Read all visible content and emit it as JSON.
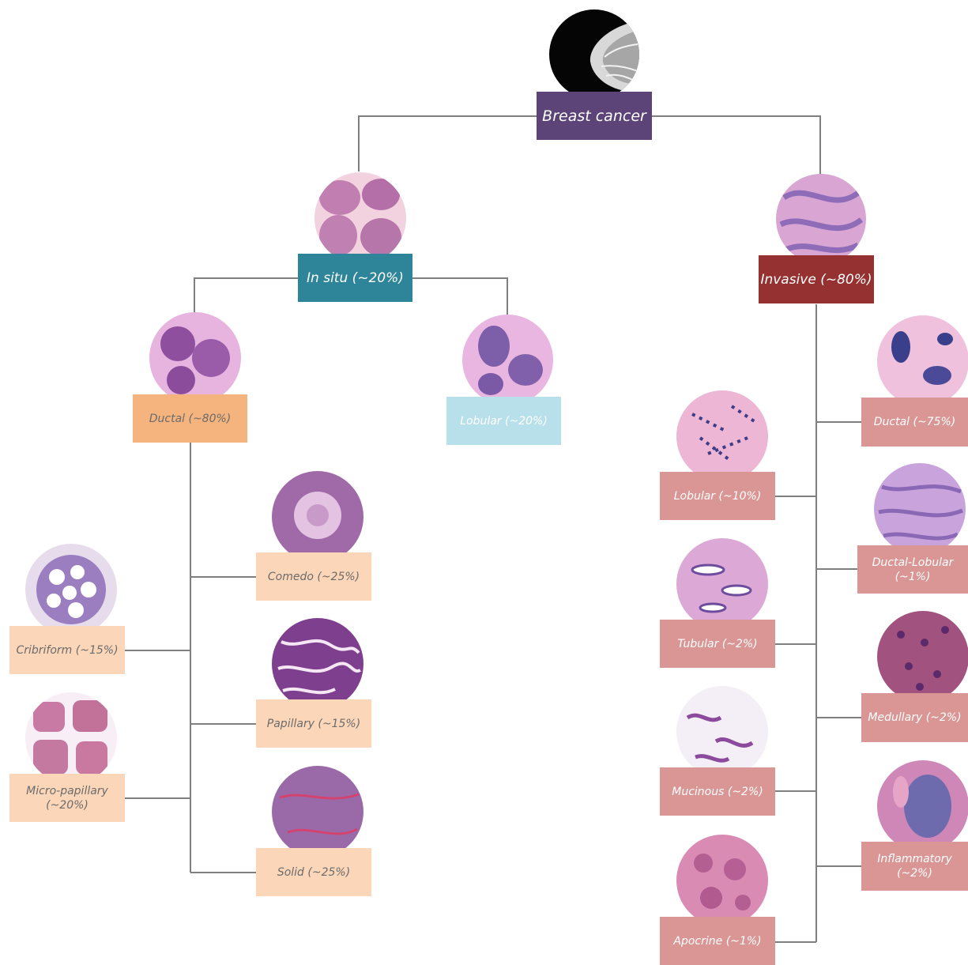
{
  "colors": {
    "root": "#5c4478",
    "in_situ": "#2e8498",
    "invasive": "#963131",
    "ductal_in_situ": "#f5b47d",
    "lobular_in_situ": "#b8e0ea",
    "in_situ_subtype": "#fbd6b9",
    "invasive_subtype": "#d99694",
    "connector": "#7f7f7f"
  },
  "root": {
    "label": "Breast cancer",
    "image": "mammogram"
  },
  "in_situ": {
    "label": "In situ (~20%)",
    "image": "histology-nests",
    "children": [
      {
        "label": "Ductal (~80%)",
        "image": "histology-ductal",
        "children": [
          {
            "label": "Comedo (~25%)",
            "image": "histology-comedo"
          },
          {
            "label": "Cribriform (~15%)",
            "image": "histology-cribriform"
          },
          {
            "label": "Papillary (~15%)",
            "image": "histology-papillary"
          },
          {
            "label": "Micro-papillary (~20%)",
            "image": "histology-micropapillary"
          },
          {
            "label": "Solid (~25%)",
            "image": "histology-solid"
          }
        ]
      },
      {
        "label": "Lobular (~20%)",
        "image": "histology-lobular"
      }
    ]
  },
  "invasive": {
    "label": "Invasive (~80%)",
    "image": "histology-invasive",
    "children": [
      {
        "label": "Ductal (~75%)",
        "image": "histology-idc"
      },
      {
        "label": "Lobular (~10%)",
        "image": "histology-ilc"
      },
      {
        "label": "Ductal-Lobular (~1%)",
        "image": "histology-mixed"
      },
      {
        "label": "Tubular (~2%)",
        "image": "histology-tubular"
      },
      {
        "label": "Medullary (~2%)",
        "image": "histology-medullary"
      },
      {
        "label": "Mucinous (~2%)",
        "image": "histology-mucinous"
      },
      {
        "label": "Inflammatory (~2%)",
        "image": "histology-inflammatory"
      },
      {
        "label": "Apocrine (~1%)",
        "image": "histology-apocrine"
      }
    ]
  }
}
